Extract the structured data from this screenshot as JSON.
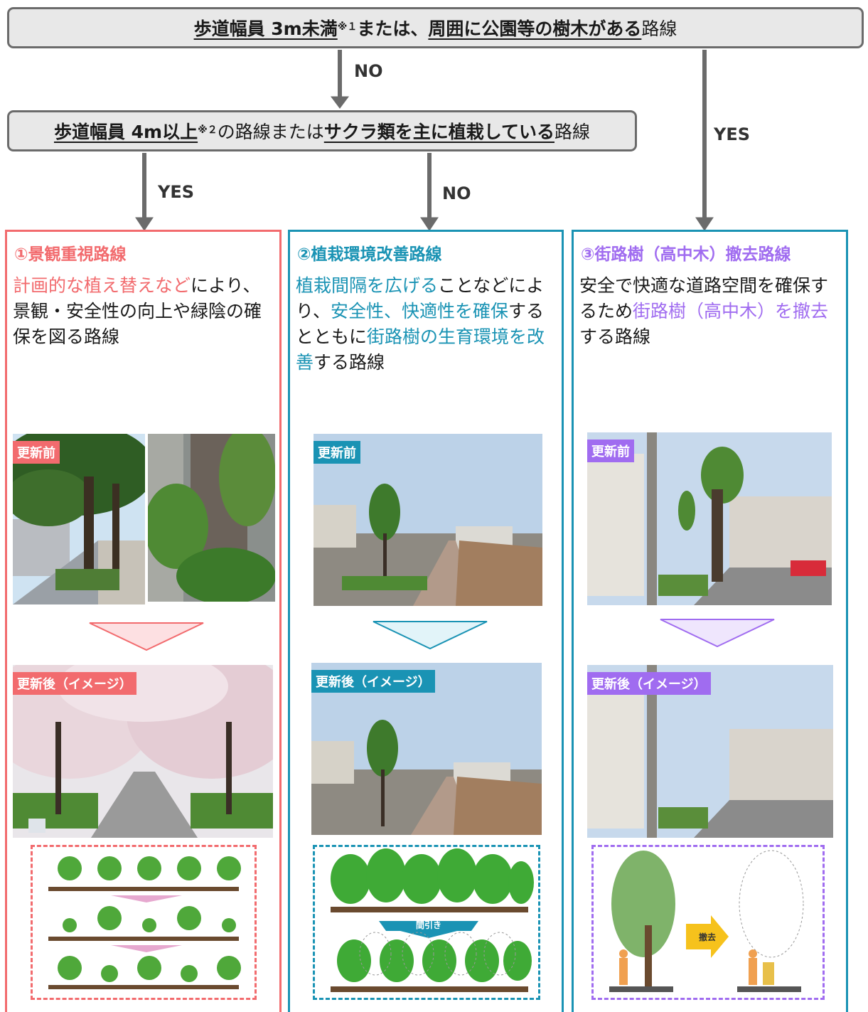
{
  "colors": {
    "red": "#f26b6e",
    "teal": "#1a93b4",
    "purple": "#a06cf0",
    "gray": "#6b6b6b"
  },
  "q1": {
    "p1": "歩道幅員 3m未満",
    "sup1": "※１",
    "p2": "または、",
    "p3": "周囲に公園等の樹木がある",
    "p4": "路線"
  },
  "q2": {
    "p1": "歩道幅員 4m以上",
    "sup1": "※２",
    "p2": "の路線または",
    "p3": "サクラ類を主に植栽している",
    "p4": "路線"
  },
  "labels": {
    "no1": "NO",
    "yes_right": "YES",
    "yes_left": "YES",
    "no2": "NO"
  },
  "col1": {
    "title": "①景観重視路線",
    "hl1": "計画的な植え替えなど",
    "t1": "により、景観・安全性の向上や緑陰の確保を図る路線",
    "before": "更新前",
    "after": "更新後（イメージ）"
  },
  "col2": {
    "title": "②植栽環境改善路線",
    "hl1": "植栽間隔を広げる",
    "t1": "ことなどにより、",
    "hl2": "安全性、快適性を確保",
    "t2": "するとともに",
    "hl3": "街路樹の生育環境を改善",
    "t3": "する路線",
    "before": "更新前",
    "after": "更新後（イメージ）",
    "thin": "間引き"
  },
  "col3": {
    "title": "③街路樹（高中木）撤去路線",
    "t1": "安全で快適な道路空間を確保するため",
    "hl1": "街路樹（高中木）を撤去",
    "t2": "する路線",
    "before": "更新前",
    "after": "更新後（イメージ）",
    "remove": "撤去"
  }
}
